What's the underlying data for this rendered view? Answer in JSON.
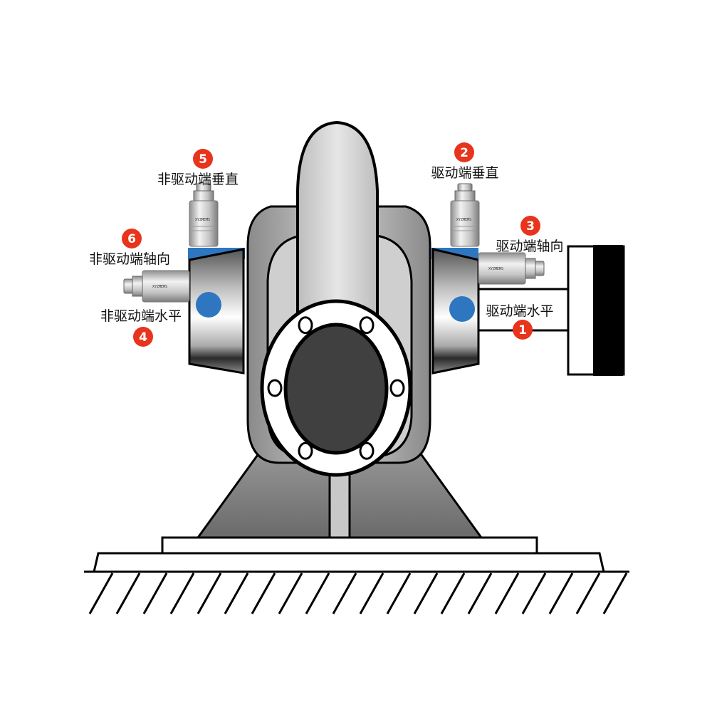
{
  "sensors": [
    {
      "number": "1",
      "label": "驱动端水平"
    },
    {
      "number": "2",
      "label": "驱动端垂直"
    },
    {
      "number": "3",
      "label": "驱动端轴向"
    },
    {
      "number": "4",
      "label": "非驱动端水平"
    },
    {
      "number": "5",
      "label": "非驱动端垂直"
    },
    {
      "number": "6",
      "label": "非驱动端轴向"
    }
  ],
  "colors": {
    "badge": "#e8341c",
    "bearing_dot": "#2e77c0",
    "sensor_mount": "#2e77c0",
    "outline": "#000000",
    "rotor": "#404040"
  },
  "icons": {
    "sensor": "accelerometer-icon",
    "badge": "numbered-marker-icon"
  }
}
